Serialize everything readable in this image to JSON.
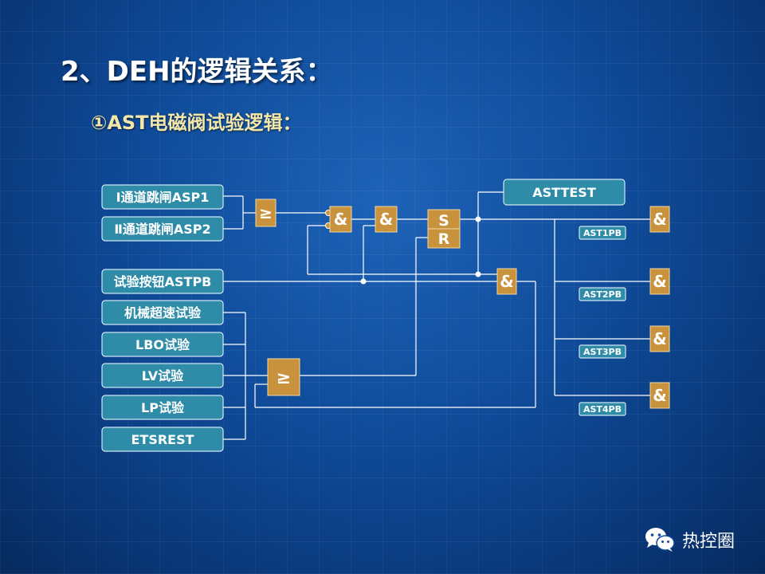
{
  "title": "2、DEH的逻辑关系：",
  "subtitle": "①AST电磁阀试验逻辑：",
  "inputs": {
    "ch1": "Ⅰ通道跳闸ASP1",
    "ch2": "Ⅱ通道跳闸ASP2",
    "astpb": "试验按钮ASTPB",
    "overspeed": "机械超速试验",
    "lbo": "LBO试验",
    "lv": "LV试验",
    "lp": "LP试验",
    "etsrest": "ETSREST"
  },
  "gates": {
    "or_symbol": "≥",
    "and_symbol": "&",
    "set": "S",
    "reset": "R"
  },
  "asttest": "ASTTEST",
  "outputs": [
    "AST1PB",
    "AST2PB",
    "AST3PB",
    "AST4PB"
  ],
  "logo": {
    "text": "热控圈",
    "icon": "wechat-icon"
  },
  "colors": {
    "background": "#0f4b99",
    "input_box": "#2f8ca8",
    "gate": "#c9923c",
    "subtitle": "#f2e6a8"
  }
}
